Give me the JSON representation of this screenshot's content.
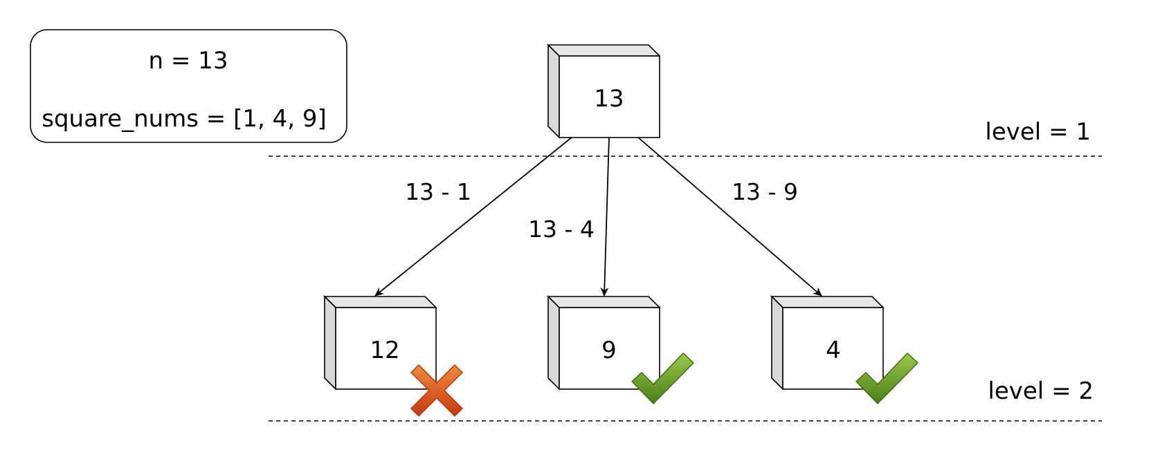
{
  "info_box": {
    "line1": "n = 13",
    "line2": "square_nums = [1, 4, 9]"
  },
  "levels": {
    "level1": "level = 1",
    "level2": "level = 2"
  },
  "nodes": {
    "root": "13",
    "left": "12",
    "middle": "9",
    "right": "4"
  },
  "edges": {
    "left": "13 - 1",
    "middle": "13 - 4",
    "right": "13 - 9"
  },
  "status": {
    "left": "cross-icon",
    "middle": "check-icon",
    "right": "check-icon"
  },
  "colors": {
    "cross": "#d9541e",
    "check": "#5a8a1f"
  }
}
